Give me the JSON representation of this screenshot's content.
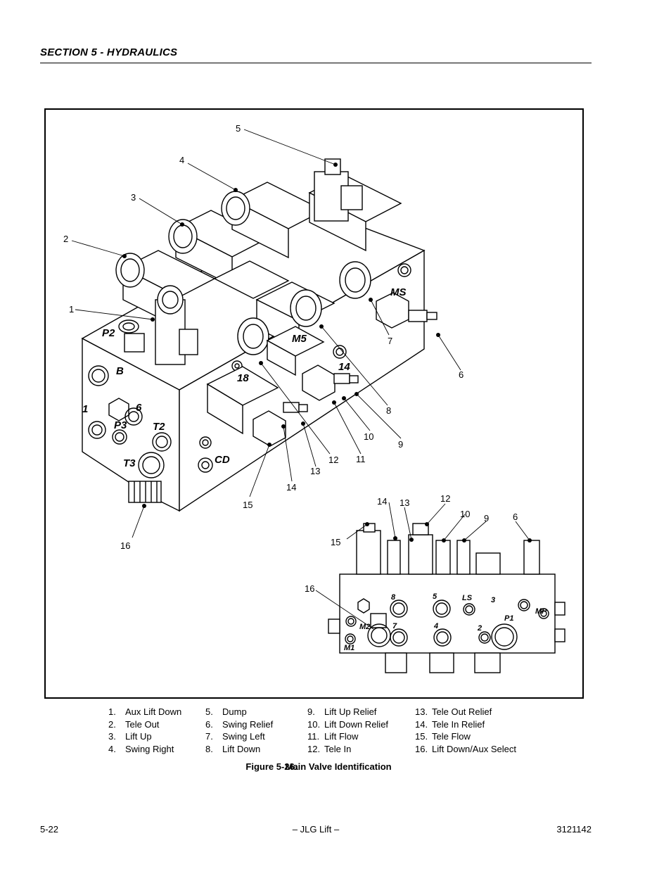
{
  "header": {
    "section": "SECTION 5 - HYDRAULICS"
  },
  "figure": {
    "callouts_main": [
      "1",
      "2",
      "3",
      "4",
      "5",
      "6",
      "7",
      "8",
      "9",
      "10",
      "11",
      "12",
      "13",
      "14",
      "15",
      "16"
    ],
    "callouts_inset": [
      "14",
      "13",
      "12",
      "10",
      "9",
      "6",
      "15",
      "16"
    ],
    "block_markings_main": [
      "P2",
      "B",
      "1",
      "6",
      "P3",
      "T2",
      "T3",
      "CD",
      "MS",
      "18",
      "14",
      "M5"
    ],
    "block_markings_inset": [
      "8",
      "5",
      "LS",
      "3",
      "MP",
      "7",
      "4",
      "2",
      "P1",
      "M1",
      "M2"
    ]
  },
  "legend": {
    "columns": [
      [
        {
          "num": "1.",
          "label": "Aux Lift Down"
        },
        {
          "num": "2.",
          "label": "Tele Out"
        },
        {
          "num": "3.",
          "label": "Lift Up"
        },
        {
          "num": "4.",
          "label": "Swing Right"
        }
      ],
      [
        {
          "num": "5.",
          "label": "Dump"
        },
        {
          "num": "6.",
          "label": "Swing Relief"
        },
        {
          "num": "7.",
          "label": "Swing Left"
        },
        {
          "num": "8.",
          "label": "Lift Down"
        }
      ],
      [
        {
          "num": "9.",
          "label": "Lift Up Relief"
        },
        {
          "num": "10.",
          "label": "Lift Down Relief"
        },
        {
          "num": "11.",
          "label": "Lift Flow"
        },
        {
          "num": "12.",
          "label": "Tele In"
        }
      ],
      [
        {
          "num": "13.",
          "label": "Tele Out Relief"
        },
        {
          "num": "14.",
          "label": "Tele In Relief"
        },
        {
          "num": "15.",
          "label": "Tele Flow"
        },
        {
          "num": "16.",
          "label": "Lift Down/Aux Select"
        }
      ]
    ]
  },
  "caption": {
    "label": "Figure 5-26.",
    "title": "Main Valve Identification"
  },
  "footer": {
    "page": "5-22",
    "center": "– JLG Lift –",
    "doc_number": "3121142"
  }
}
